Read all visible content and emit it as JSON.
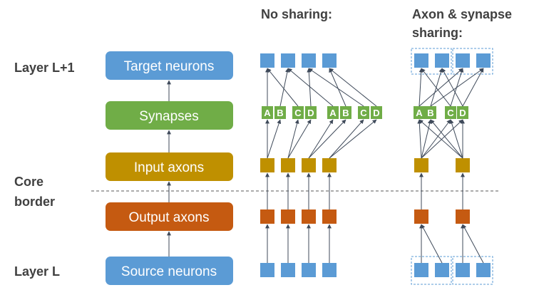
{
  "column_titles": {
    "no_sharing": "No sharing:",
    "sharing_line1": "Axon & synapse",
    "sharing_line2": "sharing:"
  },
  "row_labels": {
    "layer_top": "Layer L+1",
    "core_line1": "Core",
    "core_line2": "border",
    "layer_bottom": "Layer L"
  },
  "stages": [
    {
      "key": "target",
      "label": "Target neurons",
      "color": "#5b9bd5"
    },
    {
      "key": "synapses",
      "label": "Synapses",
      "color": "#70ad47"
    },
    {
      "key": "input",
      "label": "Input axons",
      "color": "#bf9000"
    },
    {
      "key": "output",
      "label": "Output axons",
      "color": "#c55a11"
    },
    {
      "key": "source",
      "label": "Source neurons",
      "color": "#5b9bd5"
    }
  ],
  "synapse_letters": [
    "A",
    "B",
    "C",
    "D"
  ],
  "colors": {
    "neuron": "#5b9bd5",
    "synapse": "#70ad47",
    "input_axon": "#bf9000",
    "output_axon": "#c55a11",
    "arrow": "#3f4a5a",
    "dashed_group": "#5b9bd5",
    "core_border": "#595959"
  }
}
